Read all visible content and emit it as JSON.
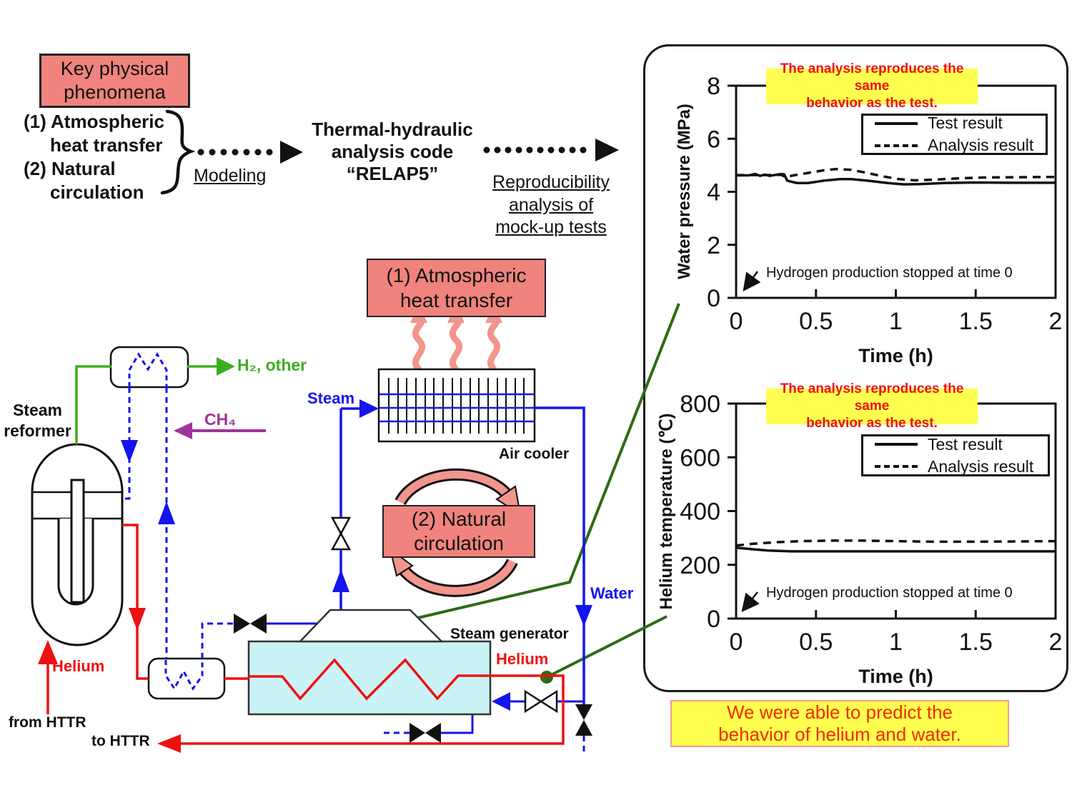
{
  "flow_header": {
    "key_box": "Key physical\nphenomena",
    "item1_line1": "(1) Atmospheric",
    "item1_line2": "heat transfer",
    "item2_line1": "(2) Natural",
    "item2_line2": "circulation",
    "modeling_label": "Modeling",
    "code_title": "Thermal-hydraulic\nanalysis code\n“RELAP5”",
    "reproducibility_label": "Reproducibility\nanalysis of\nmock-up tests"
  },
  "diagram": {
    "labels": {
      "steam_reformer": "Steam\nreformer",
      "h2_other": "H₂, other",
      "ch4": "CH₄",
      "steam": "Steam",
      "air_cooler": "Air cooler",
      "box1": "(1) Atmospheric\nheat transfer",
      "box2": "(2) Natural\ncirculation",
      "steam_generator": "Steam generator",
      "helium_right": "Helium",
      "helium_left": "Helium",
      "water": "Water",
      "from_httr": "from HTTR",
      "to_httr": "to HTTR"
    },
    "colors": {
      "helium_red": "#ee1111",
      "water_blue": "#1414ee",
      "h2_green": "#3dae21",
      "connector_green": "#2e6b15",
      "ch4_purple": "#a03399",
      "phenomena_pink": "#f0837d",
      "steam_generator_cyan": "#c9f3f7",
      "note_yellow": "#ffff4f",
      "note_red": "#f10f0f"
    }
  },
  "panel": {
    "conclusion": "We were able to predict the\nbehavior of helium and water."
  },
  "chart_data": [
    {
      "type": "line",
      "title": "",
      "xlabel": "Time (h)",
      "ylabel": "Water pressure (MPa)",
      "xlim": [
        0,
        2
      ],
      "ylim": [
        0,
        8
      ],
      "xticks": [
        0,
        0.5,
        1,
        1.5,
        2
      ],
      "yticks": [
        0,
        2,
        4,
        6,
        8
      ],
      "grid": false,
      "legend_position": "top-right",
      "note": "The analysis reproduces the same\nbehavior as the test.",
      "annotation": "Hydrogen production stopped at time 0",
      "series": [
        {
          "name": "Test result",
          "style": "solid",
          "points": [
            [
              0,
              4.62
            ],
            [
              0.08,
              4.62
            ],
            [
              0.12,
              4.67
            ],
            [
              0.15,
              4.6
            ],
            [
              0.18,
              4.65
            ],
            [
              0.21,
              4.6
            ],
            [
              0.25,
              4.64
            ],
            [
              0.28,
              4.67
            ],
            [
              0.3,
              4.66
            ],
            [
              0.32,
              4.42
            ],
            [
              0.38,
              4.33
            ],
            [
              0.45,
              4.33
            ],
            [
              0.55,
              4.42
            ],
            [
              0.65,
              4.48
            ],
            [
              0.72,
              4.48
            ],
            [
              0.82,
              4.42
            ],
            [
              0.95,
              4.33
            ],
            [
              1.05,
              4.28
            ],
            [
              1.15,
              4.29
            ],
            [
              1.3,
              4.33
            ],
            [
              1.5,
              4.35
            ],
            [
              1.7,
              4.34
            ],
            [
              2,
              4.34
            ]
          ]
        },
        {
          "name": "Analysis result",
          "style": "dashed",
          "points": [
            [
              0,
              4.63
            ],
            [
              0.1,
              4.63
            ],
            [
              0.2,
              4.63
            ],
            [
              0.28,
              4.64
            ],
            [
              0.31,
              4.56
            ],
            [
              0.36,
              4.62
            ],
            [
              0.45,
              4.71
            ],
            [
              0.55,
              4.81
            ],
            [
              0.63,
              4.86
            ],
            [
              0.72,
              4.83
            ],
            [
              0.82,
              4.71
            ],
            [
              0.92,
              4.58
            ],
            [
              1.02,
              4.48
            ],
            [
              1.12,
              4.43
            ],
            [
              1.25,
              4.46
            ],
            [
              1.4,
              4.51
            ],
            [
              1.55,
              4.54
            ],
            [
              1.75,
              4.55
            ],
            [
              2,
              4.56
            ]
          ]
        }
      ]
    },
    {
      "type": "line",
      "title": "",
      "xlabel": "Time (h)",
      "ylabel": "Helium temperature (℃)",
      "xlim": [
        0,
        2
      ],
      "ylim": [
        0,
        800
      ],
      "xticks": [
        0,
        0.5,
        1,
        1.5,
        2
      ],
      "yticks": [
        0,
        200,
        400,
        600,
        800
      ],
      "grid": false,
      "legend_position": "top-right",
      "note": "The analysis reproduces the same\nbehavior as the test.",
      "annotation": "Hydrogen production stopped at time 0",
      "series": [
        {
          "name": "Test result",
          "style": "solid",
          "points": [
            [
              0,
              264
            ],
            [
              0.1,
              258
            ],
            [
              0.2,
              253
            ],
            [
              0.35,
              250
            ],
            [
              0.6,
              250
            ],
            [
              1,
              250
            ],
            [
              1.5,
              250
            ],
            [
              2,
              250
            ]
          ]
        },
        {
          "name": "Analysis result",
          "style": "dashed",
          "points": [
            [
              0,
              272
            ],
            [
              0.1,
              278
            ],
            [
              0.25,
              284
            ],
            [
              0.4,
              288
            ],
            [
              0.6,
              290
            ],
            [
              0.8,
              290
            ],
            [
              1,
              288
            ],
            [
              1.25,
              286
            ],
            [
              1.5,
              286
            ],
            [
              1.75,
              287
            ],
            [
              2,
              288
            ]
          ]
        }
      ]
    }
  ]
}
